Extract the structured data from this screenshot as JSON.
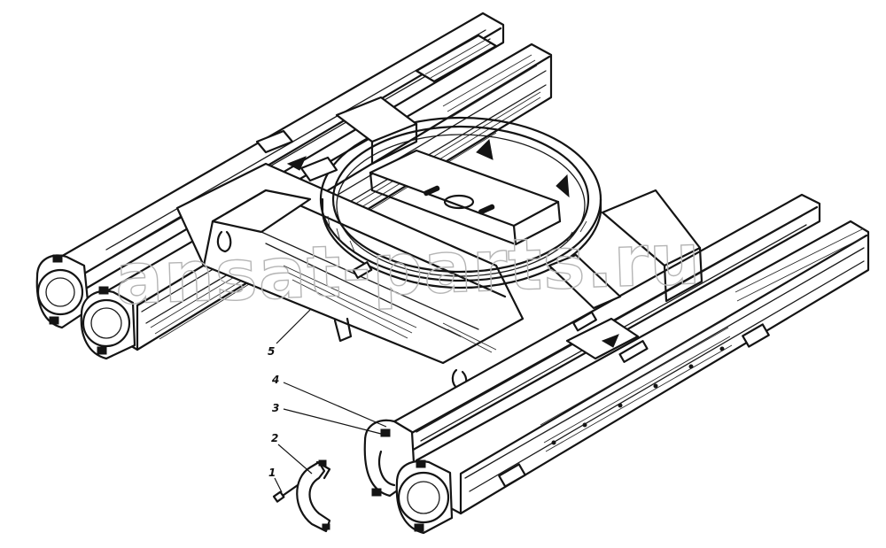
{
  "figure": {
    "watermark": "ansat-parts.ru",
    "callouts": [
      {
        "id": "1",
        "label": "1"
      },
      {
        "id": "2",
        "label": "2"
      },
      {
        "id": "3",
        "label": "3"
      },
      {
        "id": "4",
        "label": "4"
      },
      {
        "id": "5",
        "label": "5"
      }
    ]
  },
  "colors": {
    "ink": "#141414",
    "paper": "#ffffff",
    "watermark": "#b5b5b5"
  }
}
